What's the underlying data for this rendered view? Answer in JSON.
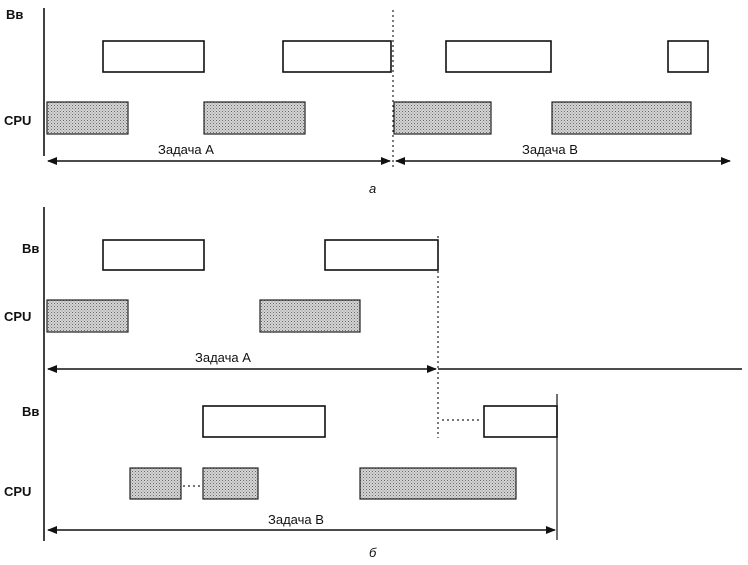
{
  "labels": {
    "io": "Вв",
    "cpu": "CPU",
    "task_a": "Задача А",
    "task_b": "Задача В",
    "caption_a": "а",
    "caption_b": "б"
  },
  "colors": {
    "line": "#111111",
    "cpu_fill": "#c9c9c9",
    "io_fill": "#ffffff"
  }
}
